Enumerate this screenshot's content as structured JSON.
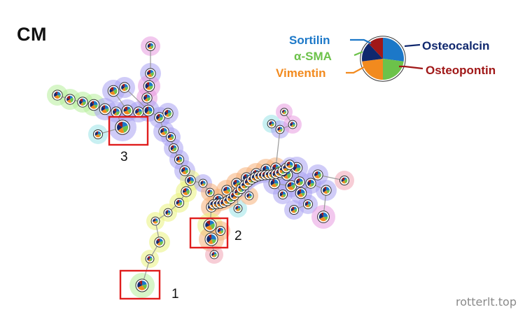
{
  "panel_title": "CM",
  "legend": {
    "items": [
      {
        "label": "Sortilin",
        "color": "#1c78c8"
      },
      {
        "label": "α-SMA",
        "color": "#6cc24a"
      },
      {
        "label": "Vimentin",
        "color": "#f28a1e"
      },
      {
        "label": "Osteocalcin",
        "color": "#10286e"
      },
      {
        "label": "Osteopontin",
        "color": "#a01818"
      }
    ]
  },
  "boxes": [
    {
      "label": "1"
    },
    {
      "label": "2"
    },
    {
      "label": "3"
    }
  ],
  "watermark": "rotterlt.top"
}
